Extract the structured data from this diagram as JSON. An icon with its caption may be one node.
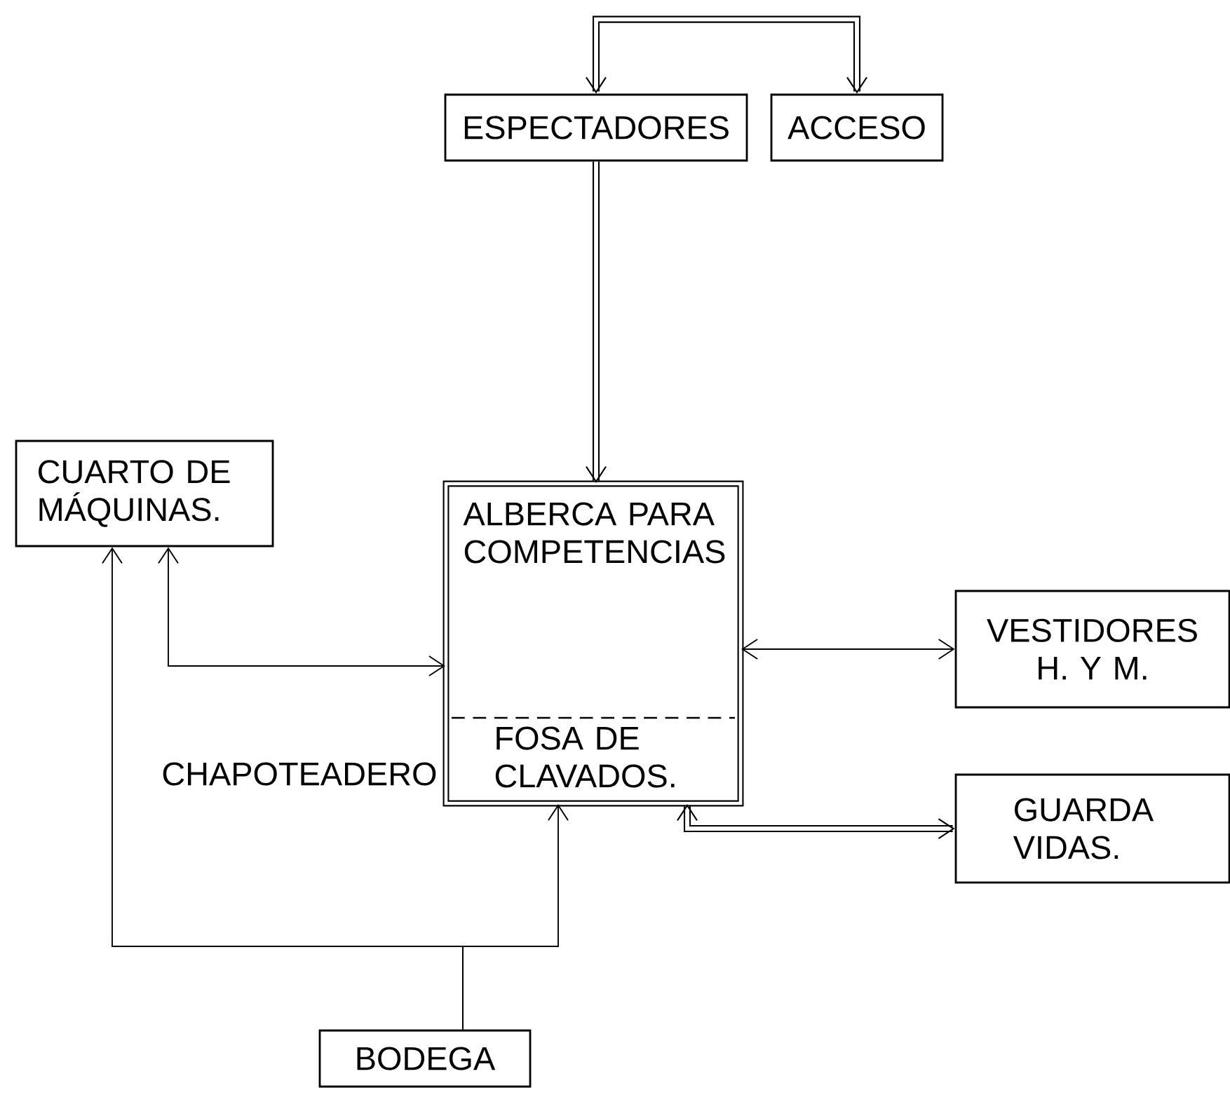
{
  "diagram": {
    "nodes": [
      {
        "text": [
          "ESPECTADORES"
        ]
      },
      {
        "text": [
          "ACCESO"
        ]
      },
      {
        "text": [
          "CUARTO DE MÁQUINAS."
        ]
      },
      {
        "text": [
          "ALBERCA PARA COMPETENCIAS",
          "FOSA DE CLAVADOS."
        ]
      },
      {
        "text": [
          "VESTIDORES H. Y M."
        ]
      },
      {
        "text": [
          "GUARDA VIDAS."
        ]
      },
      {
        "text": [
          "BODEGA"
        ]
      }
    ],
    "edges": [
      {
        "from": 0,
        "to": 1,
        "arrow": "both",
        "style": "thick"
      },
      {
        "from": 0,
        "to": 3,
        "arrow": "to",
        "style": "thick"
      },
      {
        "from": 2,
        "to": 3,
        "arrow": "both"
      },
      {
        "from": 3,
        "to": 4,
        "arrow": "both"
      },
      {
        "from": 3,
        "to": 5,
        "arrow": "both",
        "style": "thick"
      },
      {
        "from": 6,
        "to": 2,
        "arrow": "to"
      },
      {
        "from": 6,
        "to": 3,
        "arrow": "to"
      }
    ],
    "labels": [
      "CHAPOTEADERO"
    ]
  }
}
